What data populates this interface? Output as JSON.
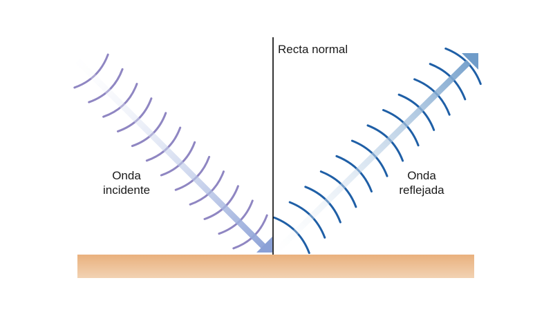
{
  "labels": {
    "normal_line": "Recta normal",
    "incident_line1": "Onda",
    "incident_line2": "incidente",
    "reflected_line1": "Onda",
    "reflected_line2": "reflejada"
  },
  "colors": {
    "incident_wave": "#8f86c2",
    "reflected_wave": "#1f5fa6",
    "arrow_incident": "#8aa0d6",
    "arrow_reflected": "#7aa3cf",
    "surface_top": "#e9b07d",
    "surface_bottom": "#f1cfae",
    "normal_line": "#000000"
  },
  "icons": [
    "incident-arrow-icon",
    "reflected-arrow-icon"
  ]
}
